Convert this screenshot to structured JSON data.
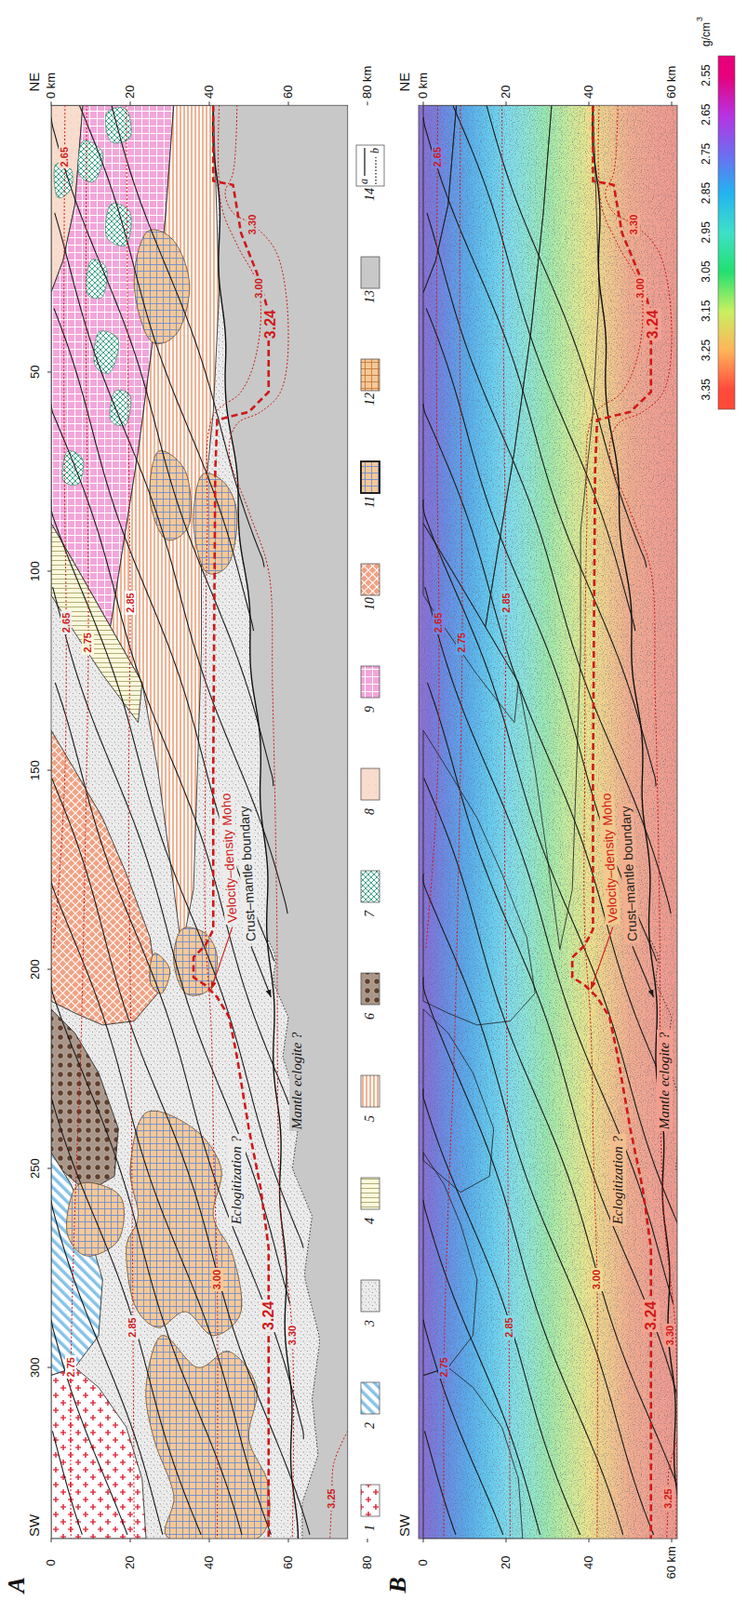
{
  "diagram": {
    "labels": [
      "A",
      "SW",
      "NE",
      "50",
      "100",
      "150",
      "200",
      "250",
      "300",
      "0",
      "20",
      "40",
      "60",
      "80",
      "0 km",
      "20",
      "40",
      "60",
      "80 km",
      "2.65",
      "3.30",
      "3.00",
      "3.24",
      "2.65",
      "2.75",
      "2.85",
      "Velocity–density Moho",
      "Crust–mantle boundary",
      "Mantle eclogite ?",
      "Eclogitization ?",
      "3.00",
      "3.24",
      "3.30",
      "2.85",
      "2.75",
      "3.25",
      "a",
      "b",
      "B",
      "SW",
      "NE",
      "0",
      "20",
      "40",
      "60 km",
      "0 km",
      "20",
      "40",
      "60 km",
      "2.65",
      "3.30",
      "3.00",
      "3.24",
      "2.65",
      "2.75",
      "2.85",
      "Velocity–density Moho",
      "Crust–mantle boundary",
      "Mantle eclogite ?",
      "Eclogitization ?",
      "3.00",
      "3.24",
      "3.30",
      "2.85",
      "2.75",
      "3.25",
      "g/cm",
      "3",
      "2.55",
      "2.65",
      "2.75",
      "2.85",
      "2.95",
      "3.05",
      "3.15",
      "3.25",
      "3.35"
    ],
    "legend": [
      {
        "text": "1"
      },
      {
        "text": "2"
      },
      {
        "text": "3"
      },
      {
        "text": "4"
      },
      {
        "text": "5"
      },
      {
        "text": "6"
      },
      {
        "text": "7"
      },
      {
        "text": "8"
      },
      {
        "text": "9"
      },
      {
        "text": "10"
      },
      {
        "text": "11"
      },
      {
        "text": "12"
      },
      {
        "text": "13",
        "color": "#c8c8c8"
      },
      {
        "text": "14"
      }
    ]
  }
}
